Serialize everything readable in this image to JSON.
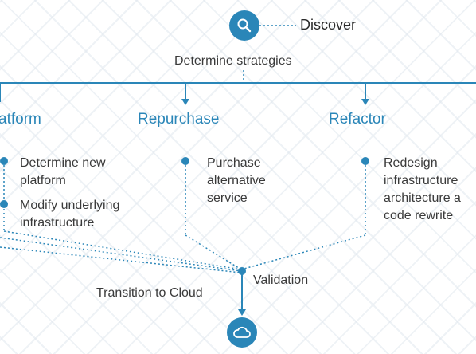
{
  "top": {
    "title": "Discover",
    "subtitle": "Determine strategies"
  },
  "columns": [
    {
      "heading": "atform",
      "items": [
        "Determine new platform",
        "Modify underlying infrastructure"
      ]
    },
    {
      "heading": "Repurchase",
      "items": [
        "Purchase alternative service"
      ]
    },
    {
      "heading": "Refactor",
      "items": [
        "Redesign infrastructure architecture a code rewrite"
      ]
    }
  ],
  "bottom": {
    "validation": "Validation",
    "transition": "Transition to Cloud"
  },
  "icons": {
    "top": "search-icon",
    "bottom": "cloud-icon"
  },
  "colors": {
    "accent": "#2a86b8",
    "text": "#333333"
  }
}
